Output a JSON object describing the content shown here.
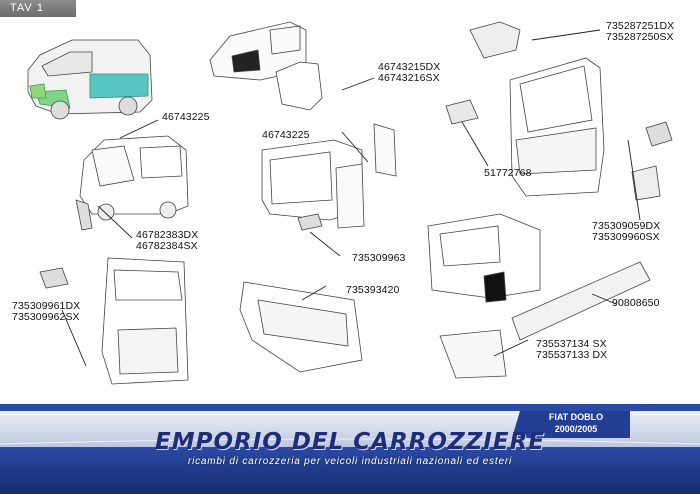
{
  "header": {
    "tab": "TAV   1"
  },
  "parts": {
    "p_46743225_hood": "46743225",
    "p_46743215": "46743215DX",
    "p_46743216": "46743216SX",
    "p_46743225_door": "46743225",
    "p_735287251": "735287251DX",
    "p_735287250": "735287250SX",
    "p_51772768": "51772768",
    "p_46782383": "46782383DX",
    "p_46782384": "46782384SX",
    "p_735309963": "735309963",
    "p_735309059": "735309059DX",
    "p_735309960": "735309960SX",
    "p_735309961": "735309961DX",
    "p_735309962": "735309962SX",
    "p_735393420": "735393420",
    "p_90808650": "90808650",
    "p_735537134": "735537134 SX",
    "p_735537133": "735537133 DX"
  },
  "footer": {
    "brand": "EMPORIO DEL CARROZZIERE",
    "tagline": "ricambi di carrozzeria per veicoli industriali nazionali ed esteri",
    "model": "FIAT DOBLO",
    "years": "2000/2005"
  },
  "colors": {
    "footer_blue": "#1f3b8f",
    "footer_light": "#dfe4f0",
    "badge_blue": "#223e95",
    "line": "#3a3a3a"
  }
}
